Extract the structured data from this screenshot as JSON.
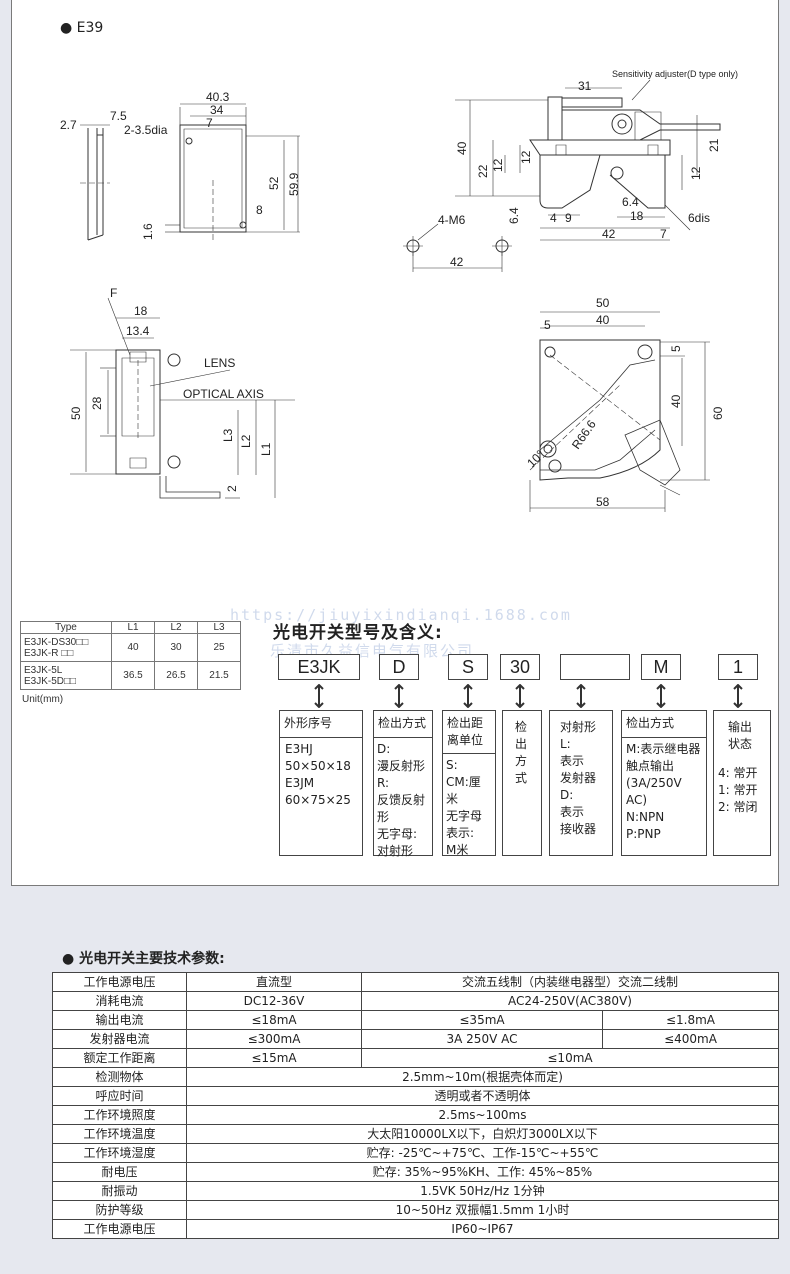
{
  "section_model": "E39",
  "drawing_labels": {
    "d_40_3": "40.3",
    "d_34": "34",
    "d_7": "7",
    "d_7_5": "7.5",
    "d_2_7": "2.7",
    "d_hole": "2-3.5dia",
    "d_52": "52",
    "d_59_9": "59.9",
    "d_8": "8",
    "d_1_6": "1.6",
    "d_31": "31",
    "sens": "Sensitivity adjuster(D type only)",
    "d_40": "40",
    "d_22": "22",
    "d_12a": "12",
    "d_12b": "12",
    "d_21": "21",
    "d_12c": "12",
    "d_6_4a": "6.4",
    "d_6_4b": "6.4",
    "d_4": "4",
    "d_9": "9",
    "d_18a": "18",
    "d_42a": "42",
    "d_7b": "7",
    "d_6dis": "6dis",
    "d_4m6": "4-M6",
    "d_42b": "42",
    "f": "F",
    "d_18b": "18",
    "d_13_4": "13.4",
    "lens": "LENS",
    "optical": "OPTICAL AXIS",
    "d_50a": "50",
    "d_28": "28",
    "l3": "L3",
    "l2": "L2",
    "l1": "L1",
    "d_2": "2",
    "d_50b": "50",
    "d_5a": "5",
    "d_40b": "40",
    "d_5b": "5",
    "d_40c": "40",
    "d_60": "60",
    "r66": "R66.6",
    "ang": "10°",
    "d_58": "58"
  },
  "length_table": {
    "headers": [
      "Type",
      "L1",
      "L2",
      "L3"
    ],
    "rows": [
      {
        "type1": "E3JK-DS30□□",
        "type2": "E3JK-R □□",
        "l1": "40",
        "l2": "30",
        "l3": "25"
      },
      {
        "type1": "E3JK-5L",
        "type2": "E3JK-5D□□",
        "l1": "36.5",
        "l2": "26.5",
        "l3": "21.5"
      }
    ],
    "unit": "Unit(mm)"
  },
  "model_meaning": {
    "title": "光电开关型号及含义:",
    "codes": [
      "E3JK",
      "D",
      "S",
      "30",
      "",
      "M",
      "1"
    ],
    "watermark1": "https://jiuyixindianqi.1688.com",
    "watermark2": "乐清市久益信电气有限公司",
    "boxes": [
      {
        "head": "外形序号",
        "body": "E3HJ\n50×50×18\nE3JM\n60×75×25"
      },
      {
        "head": "检出方式",
        "body": "D:\n漫反射形\nR:\n反馈反射形\n无字母:\n对射形"
      },
      {
        "head": "检出距离单位",
        "body": "S:\nCM:厘米\n无字母表示:\nM米"
      },
      {
        "head": "检出方式",
        "body": ""
      },
      {
        "head": "对射形\nL:\n表示\n发射器\nD:\n表示\n接收器",
        "body": ""
      },
      {
        "head": "检出方式",
        "body": "M:表示继电器触点输出\n(3A/250V AC)\nN:NPN\nP:PNP"
      },
      {
        "head": "输出\n状态",
        "body": "4:  常开\n1:  常开\n2:  常闭"
      }
    ]
  },
  "params": {
    "title": "光电开关主要技术参数:",
    "header": {
      "k": "工作电源电压",
      "dc": "直流型",
      "ac": "交流五线制（内装继电器型）交流二线制"
    },
    "r_consume": {
      "k": "消耗电流",
      "dc": "DC12-36V",
      "ac": "AC24-250V(AC380V)"
    },
    "r_output": {
      "k": "输出电流",
      "dc": "≤18mA",
      "ac1": "≤35mA",
      "ac2": "≤1.8mA"
    },
    "r_emit": {
      "k": "发射器电流",
      "dc": "≤300mA",
      "ac1": "3A 250V AC",
      "ac2": "≤400mA"
    },
    "r_rated": {
      "k": "额定工作距离",
      "dc": "≤15mA",
      "ac": "≤10mA"
    },
    "rows": [
      {
        "k": "检测物体",
        "v": "2.5mm~10m(根据壳体而定)"
      },
      {
        "k": "呼应时间",
        "v": "透明或者不透明体"
      },
      {
        "k": "工作环境照度",
        "v": "2.5ms~100ms"
      },
      {
        "k": "工作环境温度",
        "v": "大太阳10000LX以下，白炽灯3000LX以下"
      },
      {
        "k": "工作环境湿度",
        "v": "贮存: -25℃~+75℃、工作-15℃~+55℃"
      },
      {
        "k": "耐电压",
        "v": "贮存: 35%~95%KH、工作: 45%~85%"
      },
      {
        "k": "耐振动",
        "v": "1.5VK 50Hz/Hz 1分钟"
      },
      {
        "k": "防护等级",
        "v": "10~50Hz 双振幅1.5mm 1小时"
      },
      {
        "k": "工作电源电压",
        "v": "IP60~IP67"
      }
    ]
  }
}
